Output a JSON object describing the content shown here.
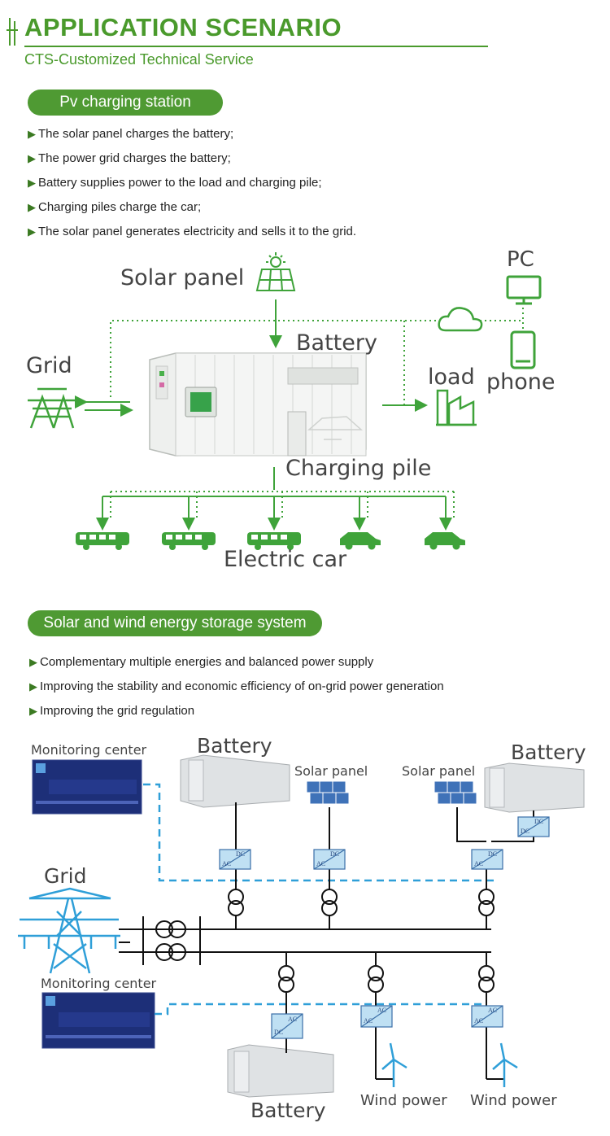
{
  "header": {
    "title": "APPLICATION SCENARIO",
    "subtitle": "CTS-Customized Technical Service"
  },
  "section1": {
    "pill": "Pv charging station",
    "bullets": [
      "The solar panel charges the battery;",
      "The power grid charges the battery;",
      "Battery supplies power to the load and charging pile;",
      "Charging piles charge the car;",
      "The solar panel generates electricity and sells it to the grid."
    ],
    "labels": {
      "solar_panel": "Solar panel",
      "pc": "PC",
      "battery": "Battery",
      "grid": "Grid",
      "load": "load",
      "phone": "phone",
      "charging_pile": "Charging pile",
      "electric_car": "Electric car"
    }
  },
  "section2": {
    "pill": "Solar and wind energy storage system",
    "bullets": [
      "Complementary multiple energies and balanced power supply",
      "Improving the stability and economic efficiency of on-grid power generation",
      "Improving the grid regulation"
    ],
    "labels": {
      "monitoring_center_top": "Monitoring center",
      "battery_top": "Battery",
      "solar_panel_1": "Solar panel",
      "solar_panel_2": "Solar panel",
      "battery_right": "Battery",
      "grid": "Grid",
      "monitoring_center_bottom": "Monitoring center",
      "battery_bottom": "Battery",
      "wind_power_1": "Wind power",
      "wind_power_2": "Wind power",
      "dc": "DC",
      "ac": "AC"
    }
  },
  "colors": {
    "green": "#4a9a2c",
    "green_line": "#3fa33a",
    "blue": "#2f9fd8",
    "blue_dark": "#1f6fb8"
  }
}
